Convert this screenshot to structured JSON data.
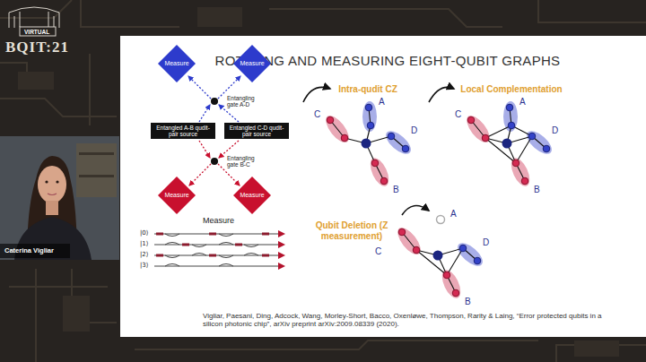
{
  "diagram": {
    "title": "ROTATING AND MEASURING EIGHT-QUBIT GRAPHS",
    "nodes": [
      {
        "text": [
          "Measure"
        ]
      },
      {
        "text": [
          "Measure"
        ]
      },
      {
        "text": [
          "Entangled A-B qudit-pair source"
        ]
      },
      {
        "text": [
          "Entangled C-D qudit-pair source"
        ]
      },
      {
        "text": [
          "Measure"
        ]
      },
      {
        "text": [
          "Measure"
        ]
      }
    ],
    "labels": [
      "VIRTUAL",
      "BQIT:21",
      "Caterina Vigliar",
      "Entangling gate A-D",
      "Entangling gate B-C",
      "Measure",
      "|0⟩",
      "|1⟩",
      "|2⟩",
      "|3⟩",
      "Intra-qudit CZ",
      "Local Complementation",
      "Qubit Deletion (Z measurement)",
      "A",
      "D",
      "C",
      "B",
      "A",
      "D",
      "C",
      "B",
      "A",
      "D",
      "C",
      "B",
      "Vigliar, Paesani, Ding, Adcock, Wang, Morley-Short, Bacco, Oxenløwe, Thompson, Rarity & Laing, “Error protected qubits in a silicon photonic chip”, arXiv preprint arXiv:2009.08339 (2020)."
    ]
  }
}
